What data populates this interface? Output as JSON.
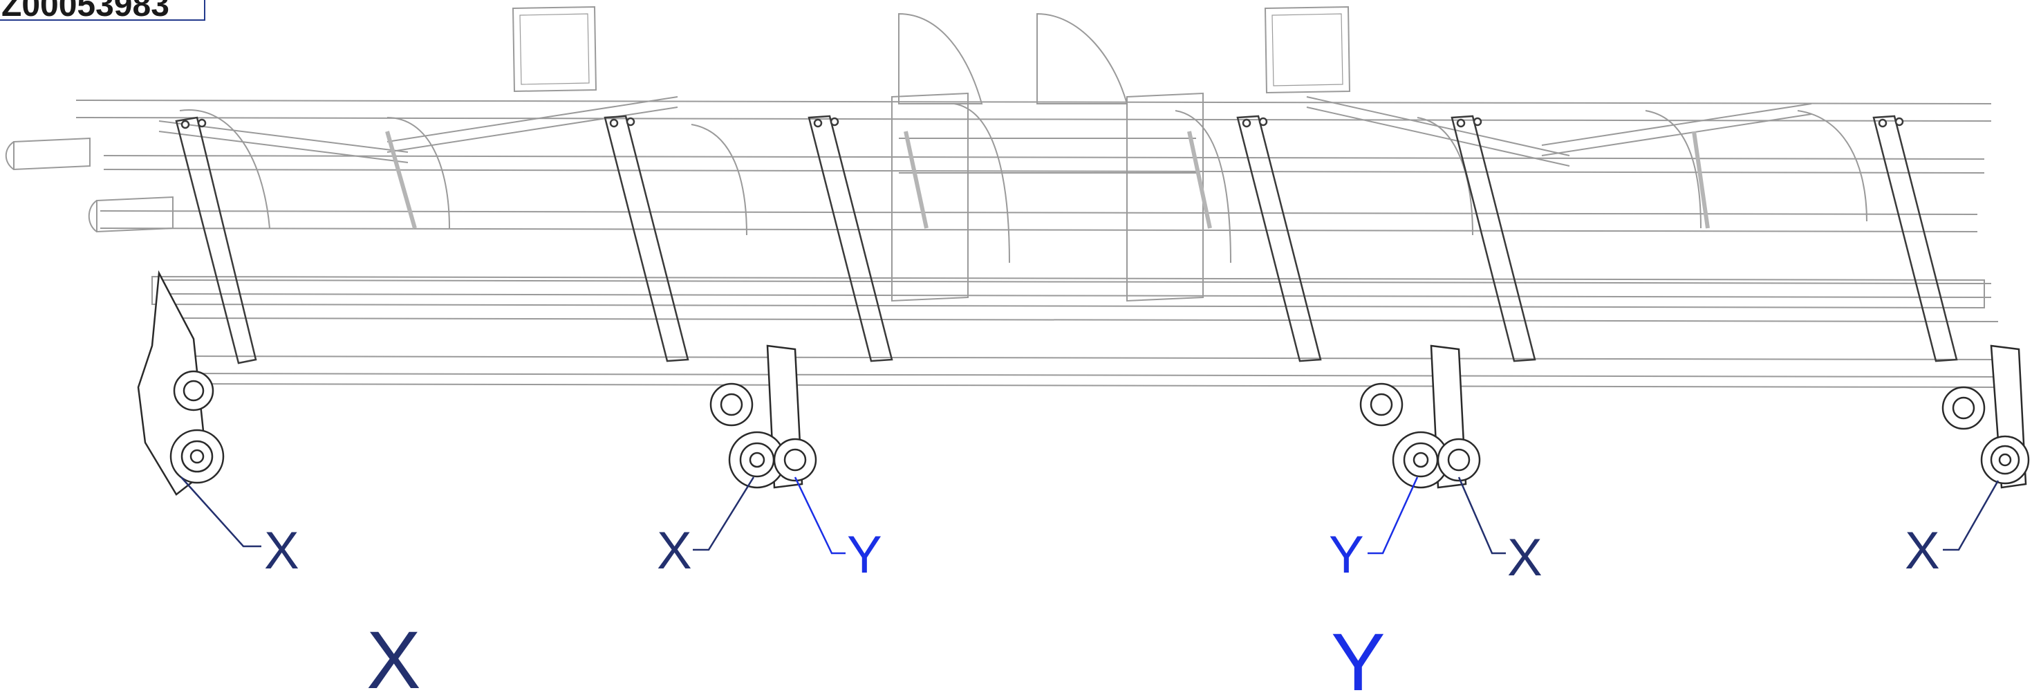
{
  "part_number": "Z00053983",
  "colors": {
    "x_marker": "#23306e",
    "y_marker": "#1a2fe6",
    "frame_stroke": "#9a9a9a",
    "component_stroke": "#3a3a3a"
  },
  "callouts": [
    {
      "label": "X",
      "color": "x"
    },
    {
      "label": "X",
      "color": "x"
    },
    {
      "label": "Y",
      "color": "y"
    },
    {
      "label": "Y",
      "color": "y"
    },
    {
      "label": "X",
      "color": "x"
    },
    {
      "label": "X",
      "color": "x"
    }
  ],
  "legend": [
    {
      "label": "X",
      "color": "x"
    },
    {
      "label": "Y",
      "color": "y"
    }
  ]
}
